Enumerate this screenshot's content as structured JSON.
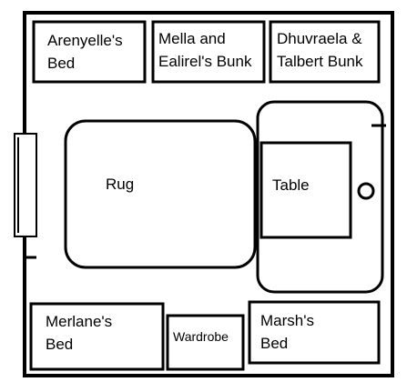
{
  "floor_plan": {
    "items": {
      "arenyelle_bed": "Arenyelle's Bed",
      "mella_ealirel_bunk": "Mella and Ealirel's Bunk",
      "dhuvraela_talbert_bunk": "Dhuvraela & Talbert Bunk",
      "rug": "Rug",
      "table": "Table",
      "merlane_bed": "Merlane's Bed",
      "wardrobe": "Wardrobe",
      "marsh_bed": "Marsh's Bed"
    },
    "label_lines": {
      "arenyelle_bed": [
        "Arenyelle's",
        "Bed"
      ],
      "mella_ealirel_bunk": [
        "Mella and",
        "Ealirel's Bunk"
      ],
      "dhuvraela_talbert_bunk": [
        "Dhuvraela &",
        "Talbert Bunk"
      ],
      "merlane_bed": [
        "Merlane's",
        "Bed"
      ],
      "marsh_bed": [
        "Marsh's",
        "Bed"
      ]
    }
  }
}
